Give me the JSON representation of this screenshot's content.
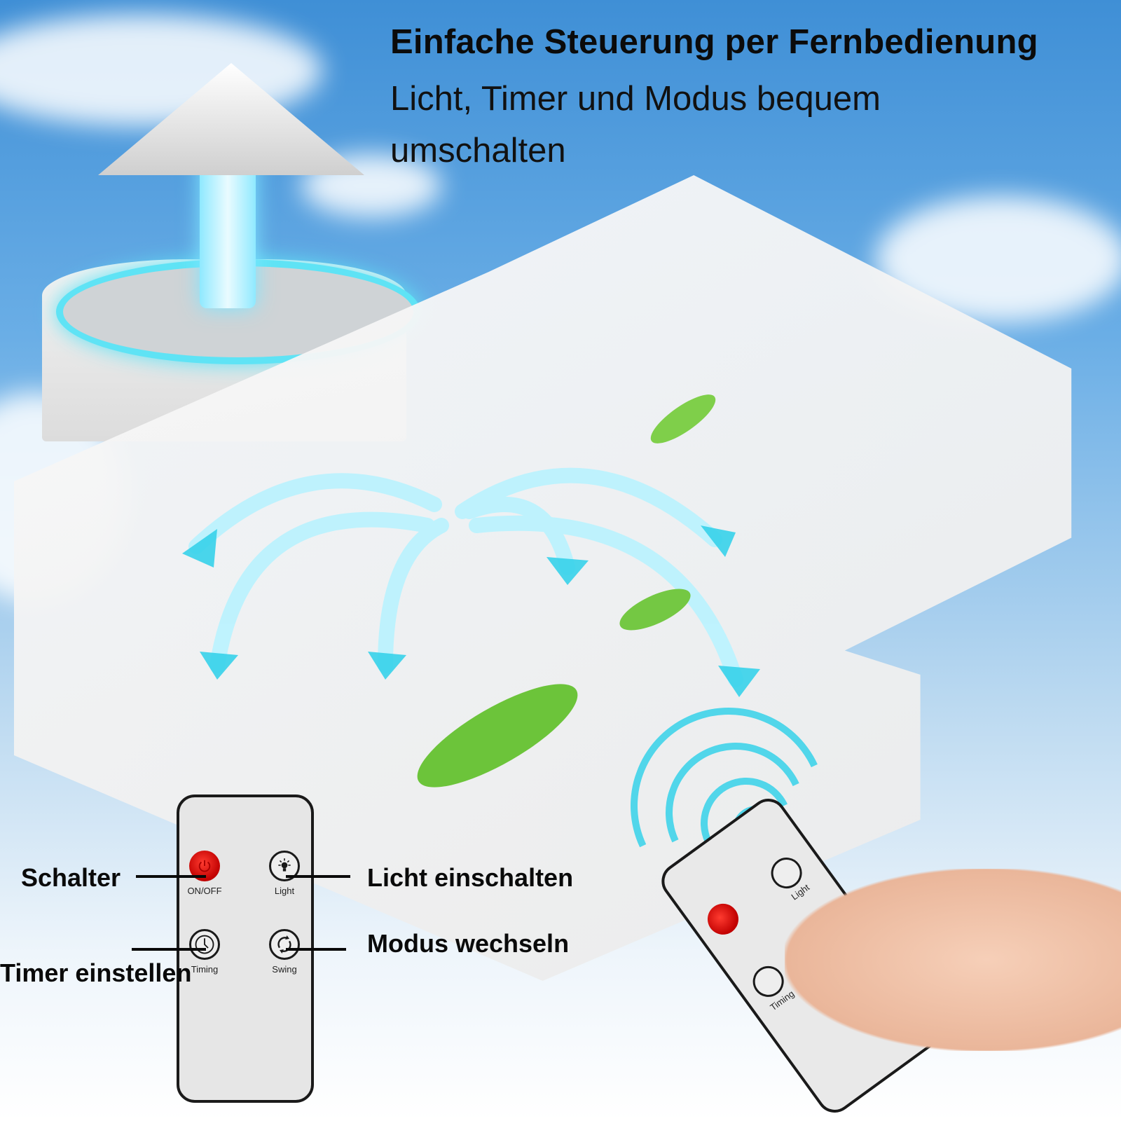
{
  "header": {
    "headline": "Einfache Steuerung per Fernbedienung",
    "subline": "Licht, Timer und Modus bequem umschalten"
  },
  "remote": {
    "buttons": [
      {
        "id": "onoff",
        "label": "ON/OFF",
        "icon": "power-icon",
        "color": "#d10000"
      },
      {
        "id": "light",
        "label": "Light",
        "icon": "lightbulb-icon"
      },
      {
        "id": "timing",
        "label": "Timing",
        "icon": "clock-icon"
      },
      {
        "id": "swing",
        "label": "Swing",
        "icon": "cycle-arrows-icon"
      }
    ]
  },
  "callouts": {
    "onoff": "Schalter",
    "light": "Licht einschalten",
    "timing": "Timer einstellen",
    "swing": "Modus wechseln"
  },
  "handheld_remote": {
    "labels": [
      "Light",
      "Timing"
    ]
  },
  "colors": {
    "accent_cyan": "#36d2ea",
    "button_red": "#d10000",
    "sky_blue": "#3f8fd6"
  }
}
